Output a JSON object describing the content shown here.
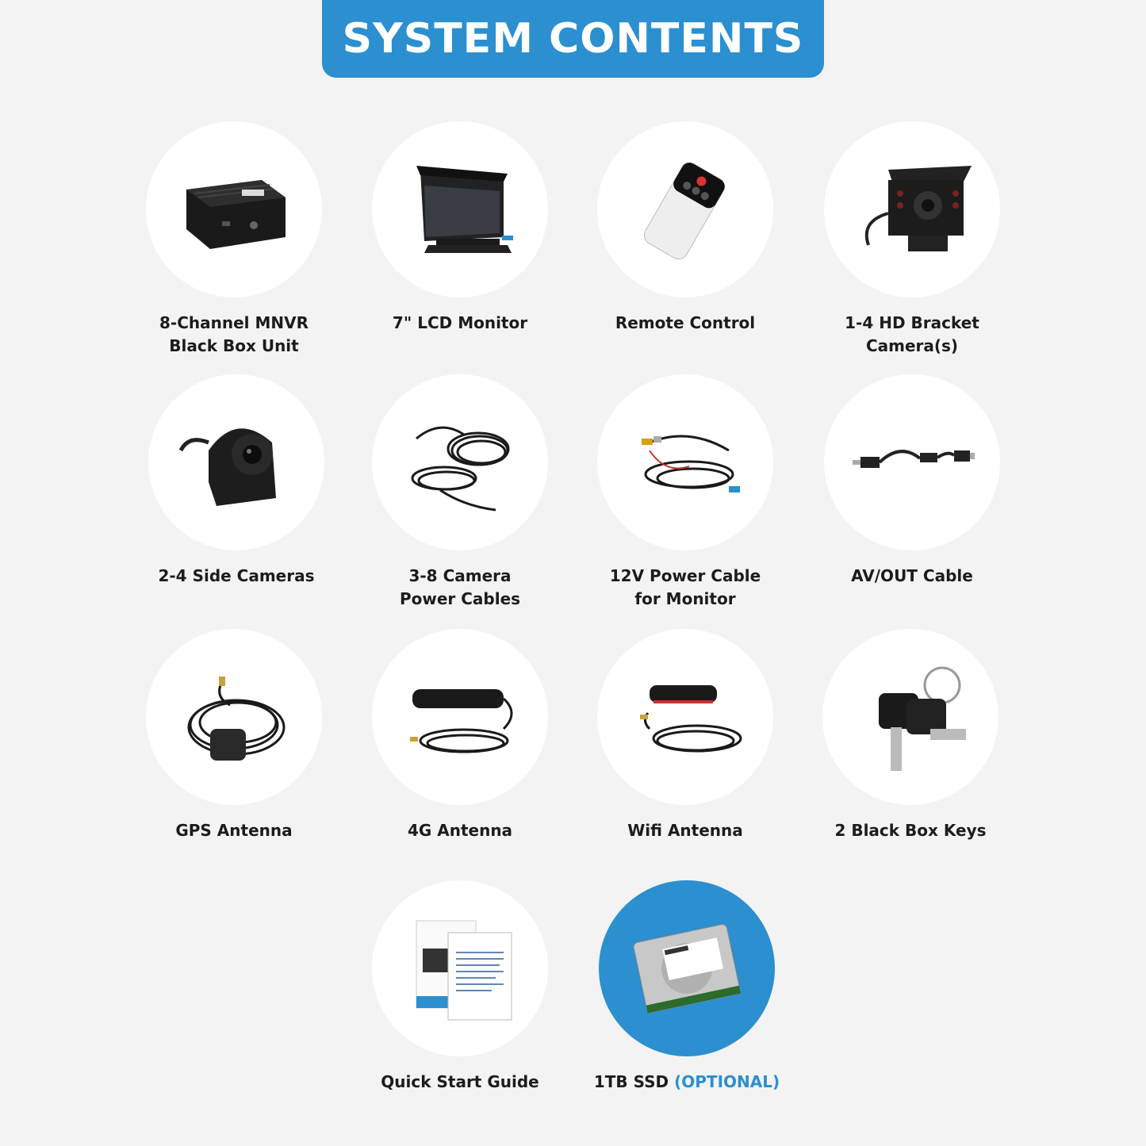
{
  "header": {
    "title": "SYSTEM CONTENTS"
  },
  "colors": {
    "accent": "#2b8fd0",
    "background": "#f3f3f3",
    "circle": "#ffffff",
    "text": "#1c1c1c"
  },
  "items": [
    {
      "label": "8-Channel MNVR\nBlack Box Unit",
      "icon": "dvr-box-icon"
    },
    {
      "label": "7\" LCD Monitor",
      "icon": "monitor-icon"
    },
    {
      "label": "Remote Control",
      "icon": "remote-icon"
    },
    {
      "label": "1-4 HD Bracket\nCamera(s)",
      "icon": "bracket-camera-icon"
    },
    {
      "label": "2-4 Side Cameras",
      "icon": "side-camera-icon"
    },
    {
      "label": "3-8 Camera\nPower Cables",
      "icon": "camera-cable-icon"
    },
    {
      "label": "12V Power Cable\nfor Monitor",
      "icon": "power-cable-icon"
    },
    {
      "label": "AV/OUT Cable",
      "icon": "av-cable-icon"
    },
    {
      "label": "GPS Antenna",
      "icon": "gps-antenna-icon"
    },
    {
      "label": "4G Antenna",
      "icon": "4g-antenna-icon"
    },
    {
      "label": "Wifi Antenna",
      "icon": "wifi-antenna-icon"
    },
    {
      "label": "2 Black Box Keys",
      "icon": "keys-icon"
    },
    {
      "label": "Quick Start Guide",
      "icon": "manual-icon"
    },
    {
      "label": "1TB SSD",
      "label_suffix": "(OPTIONAL)",
      "icon": "ssd-icon"
    }
  ]
}
